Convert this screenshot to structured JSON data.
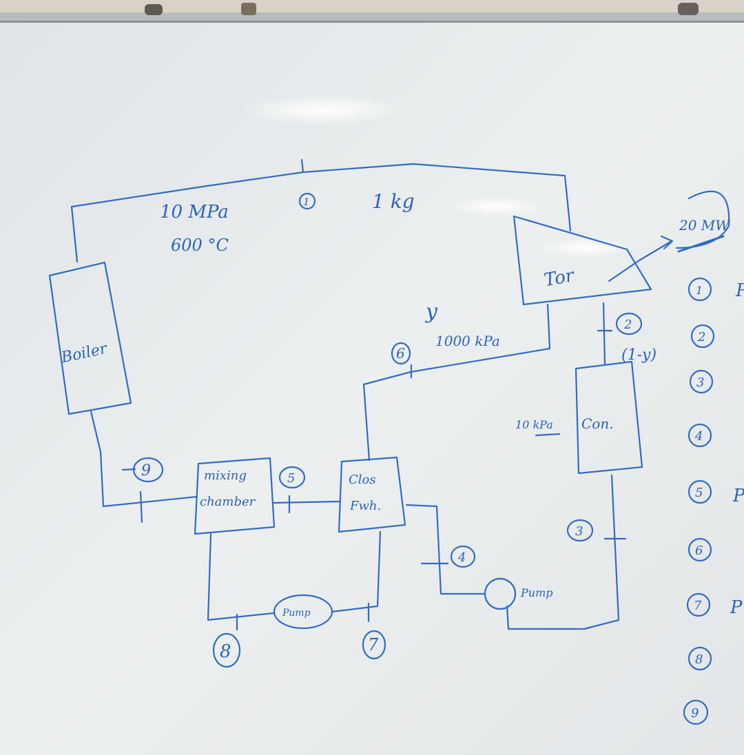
{
  "diagram": {
    "ink_color": "#2f6cc4",
    "board_color": "#e6eaed",
    "frame_color": "#b9bdbe",
    "components": {
      "boiler": "Boiler",
      "turbine": "Tor",
      "condenser": "Con.",
      "mixing_chamber_line1": "mixing",
      "mixing_chamber_line2": "chamber",
      "closed_fwh_line1": "Clos",
      "closed_fwh_line2": "Fwh.",
      "pump_condensate": "Pump",
      "pump_feedwater": "Pump"
    },
    "annotations": {
      "pressure_boiler": "10 MPa",
      "temperature_boiler": "600 °C",
      "mass_flow": "1 kg",
      "bleed_fraction": "y",
      "extraction_pressure": "1000 kPa",
      "condenser_fraction": "(1-y)",
      "condenser_pressure": "10 kPa",
      "power_output": "20 MW"
    },
    "states": {
      "s1": "1",
      "s2": "2",
      "s3": "3",
      "s4": "4",
      "s5": "5",
      "s6": "6",
      "s7": "7",
      "s8": "8",
      "s9": "9"
    },
    "side_list": {
      "items": [
        "1",
        "2",
        "3",
        "4",
        "5",
        "6",
        "7",
        "8",
        "9"
      ],
      "partial_letters": [
        "P",
        "",
        "",
        "",
        "P",
        "",
        "P",
        "",
        ""
      ]
    }
  }
}
